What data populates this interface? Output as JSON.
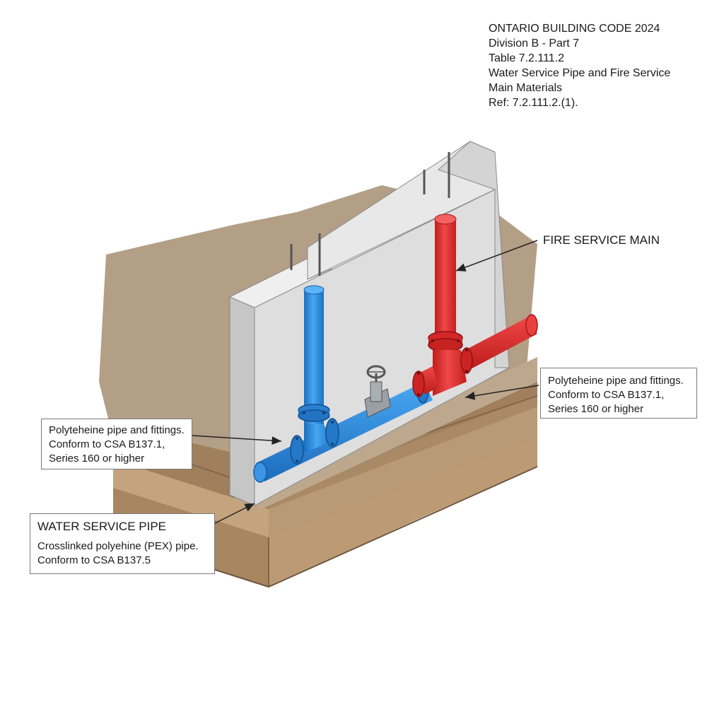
{
  "title_block": {
    "line1": "ONTARIO BUILDING CODE 2024",
    "line2": "Division B - Part 7",
    "line3": "Table 7.2.111.2",
    "line4": "Water Service Pipe and Fire Service",
    "line5": "Main Materials",
    "line6": "Ref: 7.2.111.2.(1)."
  },
  "labels": {
    "fire_service_main": "FIRE SERVICE MAIN",
    "right_callout": {
      "line1": "Polyteheine pipe and fittings.",
      "line2": "Conform to CSA B137.1,",
      "line3": "Series 160 or higher"
    },
    "left_callout": {
      "line1": "Polyteheine pipe and fittings.",
      "line2": "Conform to CSA B137.1,",
      "line3": "Series 160 or higher"
    },
    "water_service": {
      "heading": "WATER SERVICE PIPE",
      "line1": "Crosslinked polyehine (PEX) pipe.",
      "line2": "Conform to CSA B137.5"
    }
  },
  "colors": {
    "water_pipe": "#2f8fe0",
    "fire_pipe": "#e03030",
    "concrete": "#dcdcdc",
    "soil_top": "#b39d82",
    "soil_mid": "#9c7d5a",
    "soil_low": "#c2a27b"
  }
}
